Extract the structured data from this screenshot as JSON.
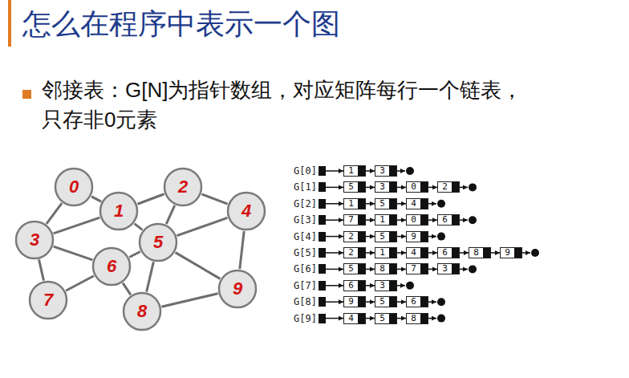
{
  "diagram": {
    "title": "怎么在程序中表示一个图",
    "nodes": [
      {
        "text": [
          "0"
        ]
      },
      {
        "text": [
          "1"
        ]
      },
      {
        "text": [
          "2"
        ]
      },
      {
        "text": [
          "3"
        ]
      },
      {
        "text": [
          "4"
        ]
      },
      {
        "text": [
          "5"
        ]
      },
      {
        "text": [
          "6"
        ]
      },
      {
        "text": [
          "7"
        ]
      },
      {
        "text": [
          "8"
        ]
      },
      {
        "text": [
          "9"
        ]
      },
      {
        "text": [
          "G[0]"
        ]
      },
      {
        "text": [
          "1"
        ]
      },
      {
        "text": [
          "3"
        ]
      },
      {
        "text": [
          "G[1]"
        ]
      },
      {
        "text": [
          "5"
        ]
      },
      {
        "text": [
          "3"
        ]
      },
      {
        "text": [
          "0"
        ]
      },
      {
        "text": [
          "2"
        ]
      },
      {
        "text": [
          "G[2]"
        ]
      },
      {
        "text": [
          "1"
        ]
      },
      {
        "text": [
          "5"
        ]
      },
      {
        "text": [
          "4"
        ]
      },
      {
        "text": [
          "G[3]"
        ]
      },
      {
        "text": [
          "7"
        ]
      },
      {
        "text": [
          "1"
        ]
      },
      {
        "text": [
          "0"
        ]
      },
      {
        "text": [
          "6"
        ]
      },
      {
        "text": [
          "G[4]"
        ]
      },
      {
        "text": [
          "2"
        ]
      },
      {
        "text": [
          "5"
        ]
      },
      {
        "text": [
          "9"
        ]
      },
      {
        "text": [
          "G[5]"
        ]
      },
      {
        "text": [
          "2"
        ]
      },
      {
        "text": [
          "1"
        ]
      },
      {
        "text": [
          "4"
        ]
      },
      {
        "text": [
          "6"
        ]
      },
      {
        "text": [
          "8"
        ]
      },
      {
        "text": [
          "9"
        ]
      },
      {
        "text": [
          "G[6]"
        ]
      },
      {
        "text": [
          "5"
        ]
      },
      {
        "text": [
          "8"
        ]
      },
      {
        "text": [
          "7"
        ]
      },
      {
        "text": [
          "3"
        ]
      },
      {
        "text": [
          "G[7]"
        ]
      },
      {
        "text": [
          "6"
        ]
      },
      {
        "text": [
          "3"
        ]
      },
      {
        "text": [
          "G[8]"
        ]
      },
      {
        "text": [
          "9"
        ]
      },
      {
        "text": [
          "5"
        ]
      },
      {
        "text": [
          "6"
        ]
      },
      {
        "text": [
          "G[9]"
        ]
      },
      {
        "text": [
          "4"
        ]
      },
      {
        "text": [
          "5"
        ]
      },
      {
        "text": [
          "8"
        ]
      }
    ],
    "edges": [
      {
        "from": 0,
        "to": 1,
        "arrow": "none"
      },
      {
        "from": 0,
        "to": 3,
        "arrow": "none"
      },
      {
        "from": 1,
        "to": 2,
        "arrow": "none"
      },
      {
        "from": 1,
        "to": 3,
        "arrow": "none"
      },
      {
        "from": 1,
        "to": 5,
        "arrow": "none"
      },
      {
        "from": 2,
        "to": 4,
        "arrow": "none"
      },
      {
        "from": 2,
        "to": 5,
        "arrow": "none"
      },
      {
        "from": 3,
        "to": 6,
        "arrow": "none"
      },
      {
        "from": 3,
        "to": 7,
        "arrow": "none"
      },
      {
        "from": 4,
        "to": 5,
        "arrow": "none"
      },
      {
        "from": 4,
        "to": 9,
        "arrow": "none"
      },
      {
        "from": 5,
        "to": 6,
        "arrow": "none"
      },
      {
        "from": 5,
        "to": 8,
        "arrow": "none"
      },
      {
        "from": 5,
        "to": 9,
        "arrow": "none"
      },
      {
        "from": 6,
        "to": 7,
        "arrow": "none"
      },
      {
        "from": 6,
        "to": 8,
        "arrow": "none"
      },
      {
        "from": 8,
        "to": 9,
        "arrow": "none"
      },
      {
        "from": 10,
        "to": 11,
        "arrow": "to"
      },
      {
        "from": 11,
        "to": 12,
        "arrow": "to"
      },
      {
        "from": 13,
        "to": 14,
        "arrow": "to"
      },
      {
        "from": 14,
        "to": 15,
        "arrow": "to"
      },
      {
        "from": 15,
        "to": 16,
        "arrow": "to"
      },
      {
        "from": 16,
        "to": 17,
        "arrow": "to"
      },
      {
        "from": 18,
        "to": 19,
        "arrow": "to"
      },
      {
        "from": 19,
        "to": 20,
        "arrow": "to"
      },
      {
        "from": 20,
        "to": 21,
        "arrow": "to"
      },
      {
        "from": 22,
        "to": 23,
        "arrow": "to"
      },
      {
        "from": 23,
        "to": 24,
        "arrow": "to"
      },
      {
        "from": 24,
        "to": 25,
        "arrow": "to"
      },
      {
        "from": 25,
        "to": 26,
        "arrow": "to"
      },
      {
        "from": 27,
        "to": 28,
        "arrow": "to"
      },
      {
        "from": 28,
        "to": 29,
        "arrow": "to"
      },
      {
        "from": 29,
        "to": 30,
        "arrow": "to"
      },
      {
        "from": 31,
        "to": 32,
        "arrow": "to"
      },
      {
        "from": 32,
        "to": 33,
        "arrow": "to"
      },
      {
        "from": 33,
        "to": 34,
        "arrow": "to"
      },
      {
        "from": 34,
        "to": 35,
        "arrow": "to"
      },
      {
        "from": 35,
        "to": 36,
        "arrow": "to"
      },
      {
        "from": 36,
        "to": 37,
        "arrow": "to"
      },
      {
        "from": 38,
        "to": 39,
        "arrow": "to"
      },
      {
        "from": 39,
        "to": 40,
        "arrow": "to"
      },
      {
        "from": 40,
        "to": 41,
        "arrow": "to"
      },
      {
        "from": 41,
        "to": 42,
        "arrow": "to"
      },
      {
        "from": 43,
        "to": 44,
        "arrow": "to"
      },
      {
        "from": 44,
        "to": 45,
        "arrow": "to"
      },
      {
        "from": 46,
        "to": 47,
        "arrow": "to"
      },
      {
        "from": 47,
        "to": 48,
        "arrow": "to"
      },
      {
        "from": 48,
        "to": 49,
        "arrow": "to"
      },
      {
        "from": 50,
        "to": 51,
        "arrow": "to"
      },
      {
        "from": 51,
        "to": 52,
        "arrow": "to"
      },
      {
        "from": 52,
        "to": 53,
        "arrow": "to"
      }
    ],
    "labels": [
      "邻接表：G[N]为指针数组，对应矩阵每行一个链表，只存非0元素"
    ]
  }
}
